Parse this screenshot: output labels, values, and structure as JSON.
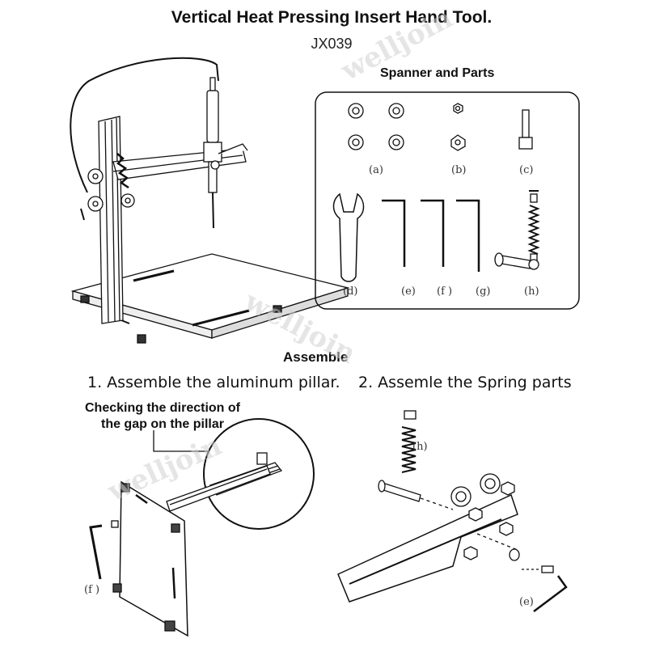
{
  "title": "Vertical Heat Pressing Insert Hand Tool.",
  "model": "JX039",
  "parts_heading": "Spanner and Parts",
  "part_labels": [
    "(a)",
    "(b)",
    "(c)",
    "(d)",
    "(e)",
    "(f )",
    "(g)",
    "(h)"
  ],
  "assemble_heading": "Assemble",
  "step1": "1. Assemble the aluminum pillar.",
  "step2": "2. Assemle the Spring parts",
  "gap_note": {
    "line1": "Checking the direction of",
    "line2": "the gap on the pillar"
  },
  "step_part_labels": {
    "pillar_key": "(f )",
    "spring": "(h)",
    "hex_key": "(e)"
  },
  "watermark": "welljoin"
}
